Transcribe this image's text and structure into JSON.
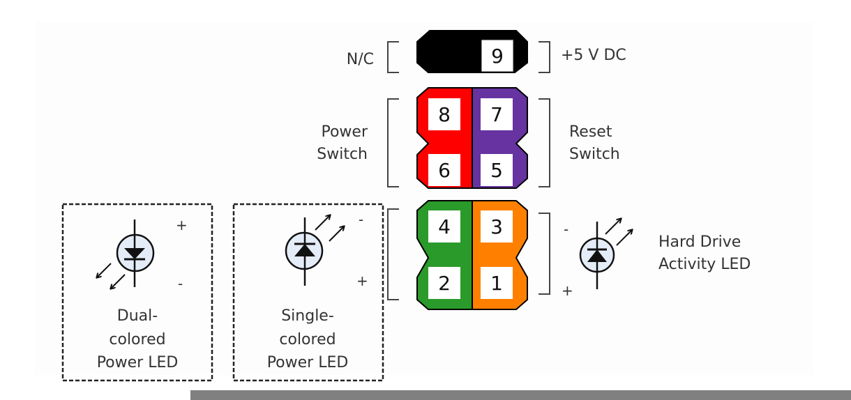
{
  "diagram": {
    "title": "Front panel header pinout",
    "colors": {
      "nc_block": "#000000",
      "power_switch": "#ff0000",
      "reset_switch": "#6633a0",
      "power_led": "#2a9a2a",
      "hdd_led": "#ff8000",
      "led_fill": "#e4ecf8",
      "bottom_bar": "#808080"
    },
    "pins": [
      {
        "number": "9",
        "group": "nc_block"
      },
      {
        "number": "8",
        "group": "power_switch"
      },
      {
        "number": "7",
        "group": "reset_switch"
      },
      {
        "number": "6",
        "group": "power_switch"
      },
      {
        "number": "5",
        "group": "reset_switch"
      },
      {
        "number": "4",
        "group": "power_led"
      },
      {
        "number": "3",
        "group": "hdd_led"
      },
      {
        "number": "2",
        "group": "power_led"
      },
      {
        "number": "1",
        "group": "hdd_led"
      }
    ],
    "labels": {
      "nc": "N/C",
      "vdc": "+5 V DC",
      "power_switch": [
        "Power",
        "Switch"
      ],
      "reset_switch": [
        "Reset",
        "Switch"
      ],
      "hdd_led": [
        "Hard Drive",
        "Activity LED"
      ]
    },
    "legend_boxes": [
      {
        "lines": [
          "Dual-",
          "colored",
          "Power LED"
        ],
        "plus": "+",
        "minus": "-"
      },
      {
        "lines": [
          "Single-",
          "colored",
          "Power LED"
        ],
        "plus": "+",
        "minus": "-"
      }
    ],
    "hdd_signs": {
      "minus": "-",
      "plus": "+"
    }
  }
}
